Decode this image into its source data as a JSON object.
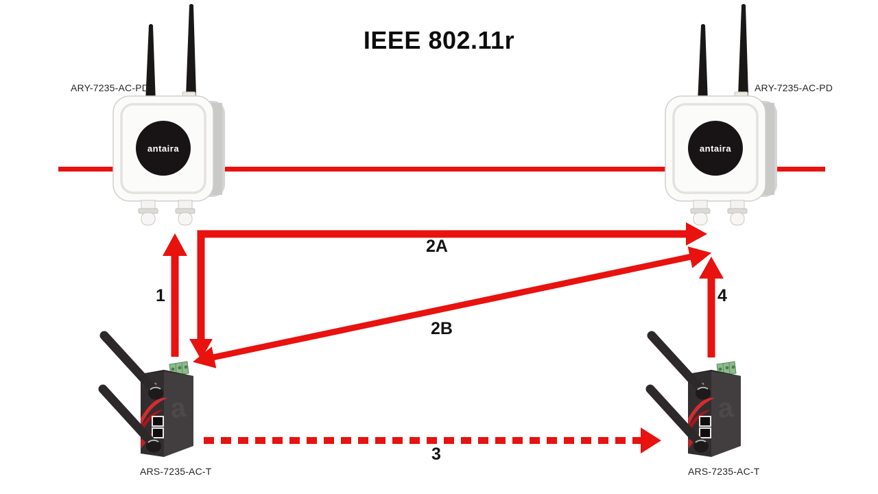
{
  "title": "IEEE 802.11r",
  "brand": {
    "logo_text": "antaira"
  },
  "colors": {
    "arrow_red": "#e8120f",
    "backbone_red": "#e8120f",
    "text": "#141414",
    "ap_body": "#fbfbfa",
    "client_body": "#332f30",
    "terminal_block_green": "#8cbc8c"
  },
  "devices": {
    "ap_left": {
      "label": "ARY-7235-AC-PD",
      "type": "outdoor access point"
    },
    "ap_right": {
      "label": "ARY-7235-AC-PD",
      "type": "outdoor access point"
    },
    "client_left": {
      "label": "ARS-7235-AC-T",
      "type": "industrial wireless client"
    },
    "client_right": {
      "label": "ARS-7235-AC-T",
      "type": "industrial wireless client"
    }
  },
  "arrows": {
    "step1": {
      "label": "1",
      "style": "solid"
    },
    "step2a": {
      "label": "2A",
      "style": "solid"
    },
    "step2b": {
      "label": "2B",
      "style": "solid"
    },
    "step3": {
      "label": "3",
      "style": "dashed"
    },
    "step4": {
      "label": "4",
      "style": "solid"
    }
  }
}
